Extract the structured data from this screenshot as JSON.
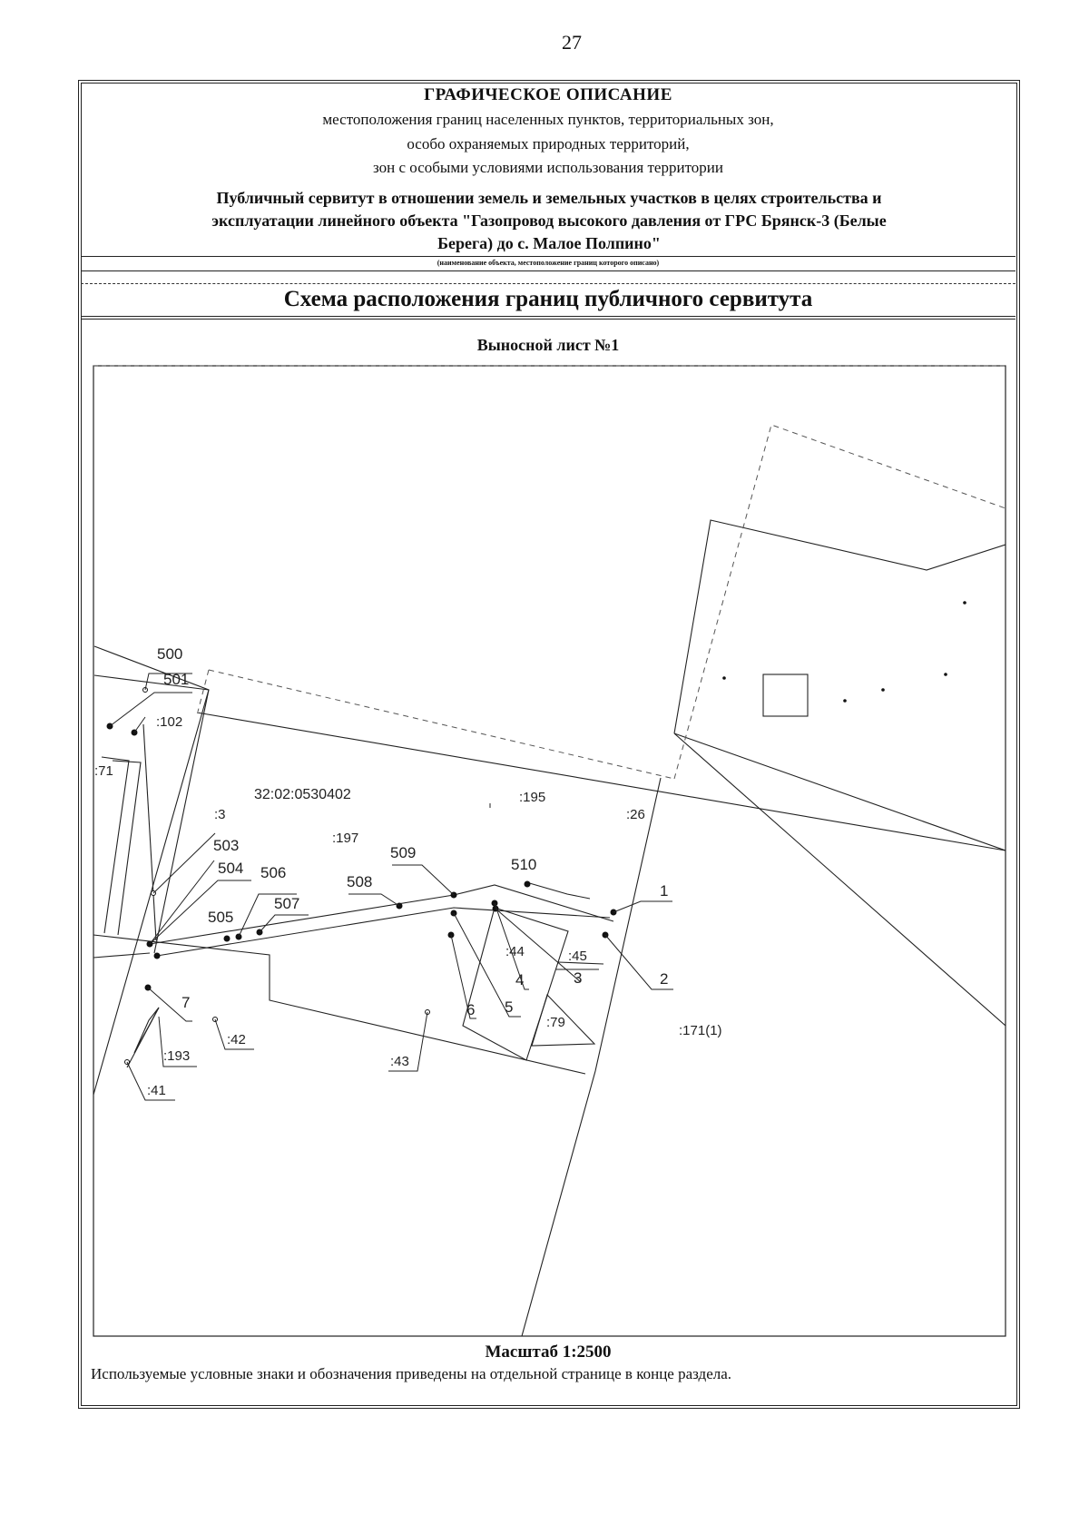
{
  "page_number": "27",
  "header": {
    "title": "ГРАФИЧЕСКОЕ ОПИСАНИЕ",
    "lines": [
      "местоположения границ населенных пунктов, территориальных зон,",
      "особо охраняемых природных территорий,",
      "зон с особыми условиями использования территории"
    ],
    "servitude_lines": [
      "Публичный сервитут в отношении земель и земельных участков в целях строительства и",
      "эксплуатации линейного объекта \"Газопровод высокого давления от ГРС Брянск-3 (Белые",
      "Берега) до с. Малое Полпино\""
    ],
    "object_note": "(наименование объекта, местоположение границ которого описано)"
  },
  "scheme_title": "Схема расположения границ публичного сервитута",
  "sheet_title": "Выносной лист №1",
  "map": {
    "quarter_label": "32:02:0530402",
    "parcel_labels": [
      ":102",
      ":71",
      ":3",
      ":197",
      ":195",
      ":26",
      ":44",
      ":45",
      ":79",
      ":171(1)",
      ":42",
      ":43",
      ":193",
      ":41"
    ],
    "point_labels": [
      "500",
      "501",
      "503",
      "504",
      "505",
      "506",
      "507",
      "508",
      "509",
      "510",
      "1",
      "2",
      "3",
      "4",
      "5",
      "6",
      "7"
    ]
  },
  "scale": "Масштаб 1:2500",
  "legend_note": "Используемые условные знаки и обозначения приведены на отдельной странице в конце раздела."
}
